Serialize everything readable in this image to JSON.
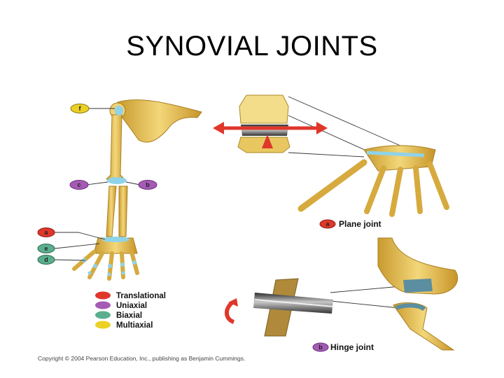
{
  "title": "SYNOVIAL JOINTS",
  "markers": {
    "a": "a",
    "b": "b",
    "c": "c",
    "d": "d",
    "e": "e",
    "f": "f"
  },
  "captions": {
    "plane": {
      "letter": "a",
      "text": "Plane joint"
    },
    "hinge": {
      "letter": "b",
      "text": "Hinge joint"
    }
  },
  "legend": [
    {
      "label": "Translational",
      "color": "#e0372b"
    },
    {
      "label": "Uniaxial",
      "color": "#a55bb5"
    },
    {
      "label": "Biaxial",
      "color": "#5aae8e"
    },
    {
      "label": "Multiaxial",
      "color": "#ecd023"
    }
  ],
  "copyright": "Copyright © 2004 Pearson Education, Inc., publishing as Benjamin Cummings."
}
